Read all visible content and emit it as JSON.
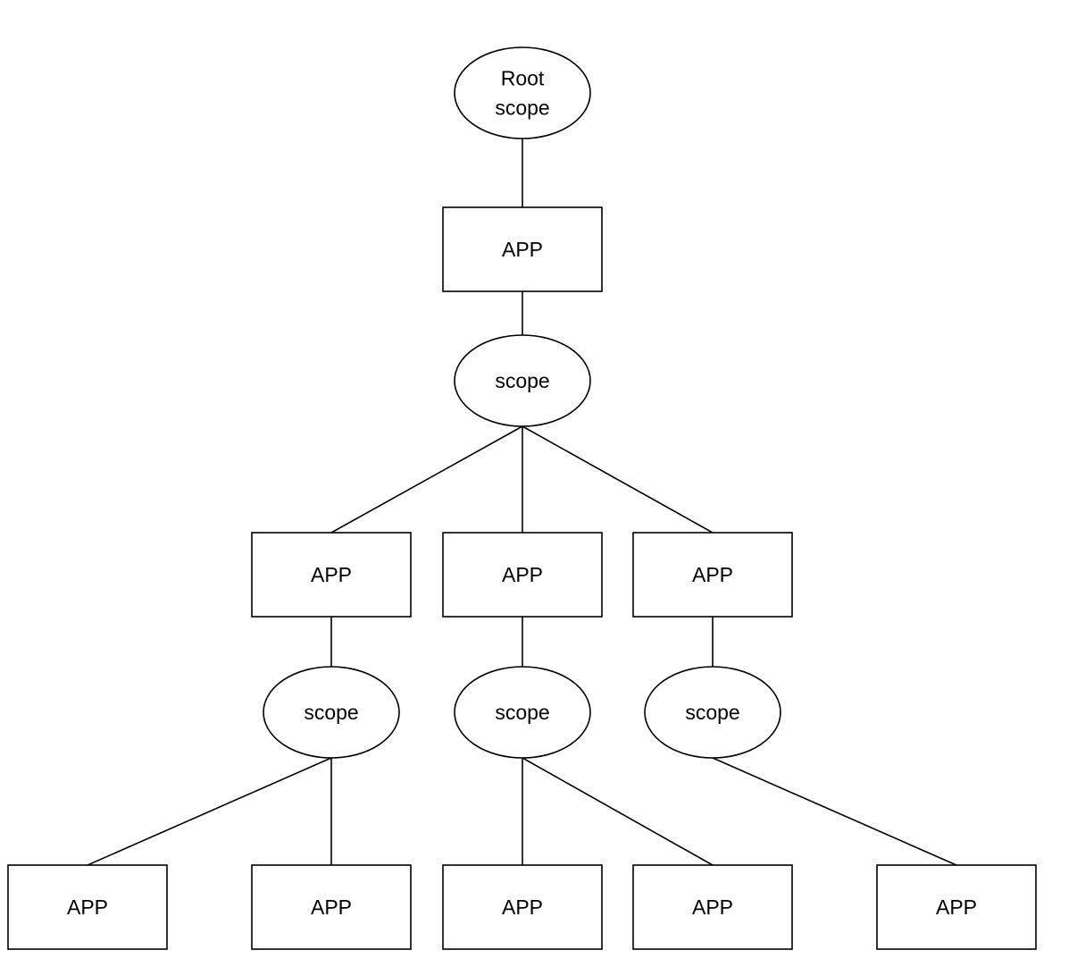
{
  "colors": {
    "stroke": "#000000",
    "fill": "#ffffff",
    "text": "#000000"
  },
  "nodes": [
    {
      "id": "root-scope",
      "shape": "ellipse",
      "lines": [
        "Root",
        "scope"
      ]
    },
    {
      "id": "app-1",
      "shape": "rect",
      "lines": [
        "APP"
      ]
    },
    {
      "id": "scope-1",
      "shape": "ellipse",
      "lines": [
        "scope"
      ]
    },
    {
      "id": "app-2a",
      "shape": "rect",
      "lines": [
        "APP"
      ]
    },
    {
      "id": "app-2b",
      "shape": "rect",
      "lines": [
        "APP"
      ]
    },
    {
      "id": "app-2c",
      "shape": "rect",
      "lines": [
        "APP"
      ]
    },
    {
      "id": "scope-2a",
      "shape": "ellipse",
      "lines": [
        "scope"
      ]
    },
    {
      "id": "scope-2b",
      "shape": "ellipse",
      "lines": [
        "scope"
      ]
    },
    {
      "id": "scope-2c",
      "shape": "ellipse",
      "lines": [
        "scope"
      ]
    },
    {
      "id": "app-3a",
      "shape": "rect",
      "lines": [
        "APP"
      ]
    },
    {
      "id": "app-3b",
      "shape": "rect",
      "lines": [
        "APP"
      ]
    },
    {
      "id": "app-3c",
      "shape": "rect",
      "lines": [
        "APP"
      ]
    },
    {
      "id": "app-3d",
      "shape": "rect",
      "lines": [
        "APP"
      ]
    },
    {
      "id": "app-3e",
      "shape": "rect",
      "lines": [
        "APP"
      ]
    }
  ],
  "edges": [
    {
      "from": "root-scope",
      "to": "app-1"
    },
    {
      "from": "app-1",
      "to": "scope-1"
    },
    {
      "from": "scope-1",
      "to": "app-2a"
    },
    {
      "from": "scope-1",
      "to": "app-2b"
    },
    {
      "from": "scope-1",
      "to": "app-2c"
    },
    {
      "from": "app-2a",
      "to": "scope-2a"
    },
    {
      "from": "app-2b",
      "to": "scope-2b"
    },
    {
      "from": "app-2c",
      "to": "scope-2c"
    },
    {
      "from": "scope-2a",
      "to": "app-3a"
    },
    {
      "from": "scope-2a",
      "to": "app-3b"
    },
    {
      "from": "scope-2b",
      "to": "app-3c"
    },
    {
      "from": "scope-2b",
      "to": "app-3d"
    },
    {
      "from": "scope-2c",
      "to": "app-3e"
    }
  ]
}
